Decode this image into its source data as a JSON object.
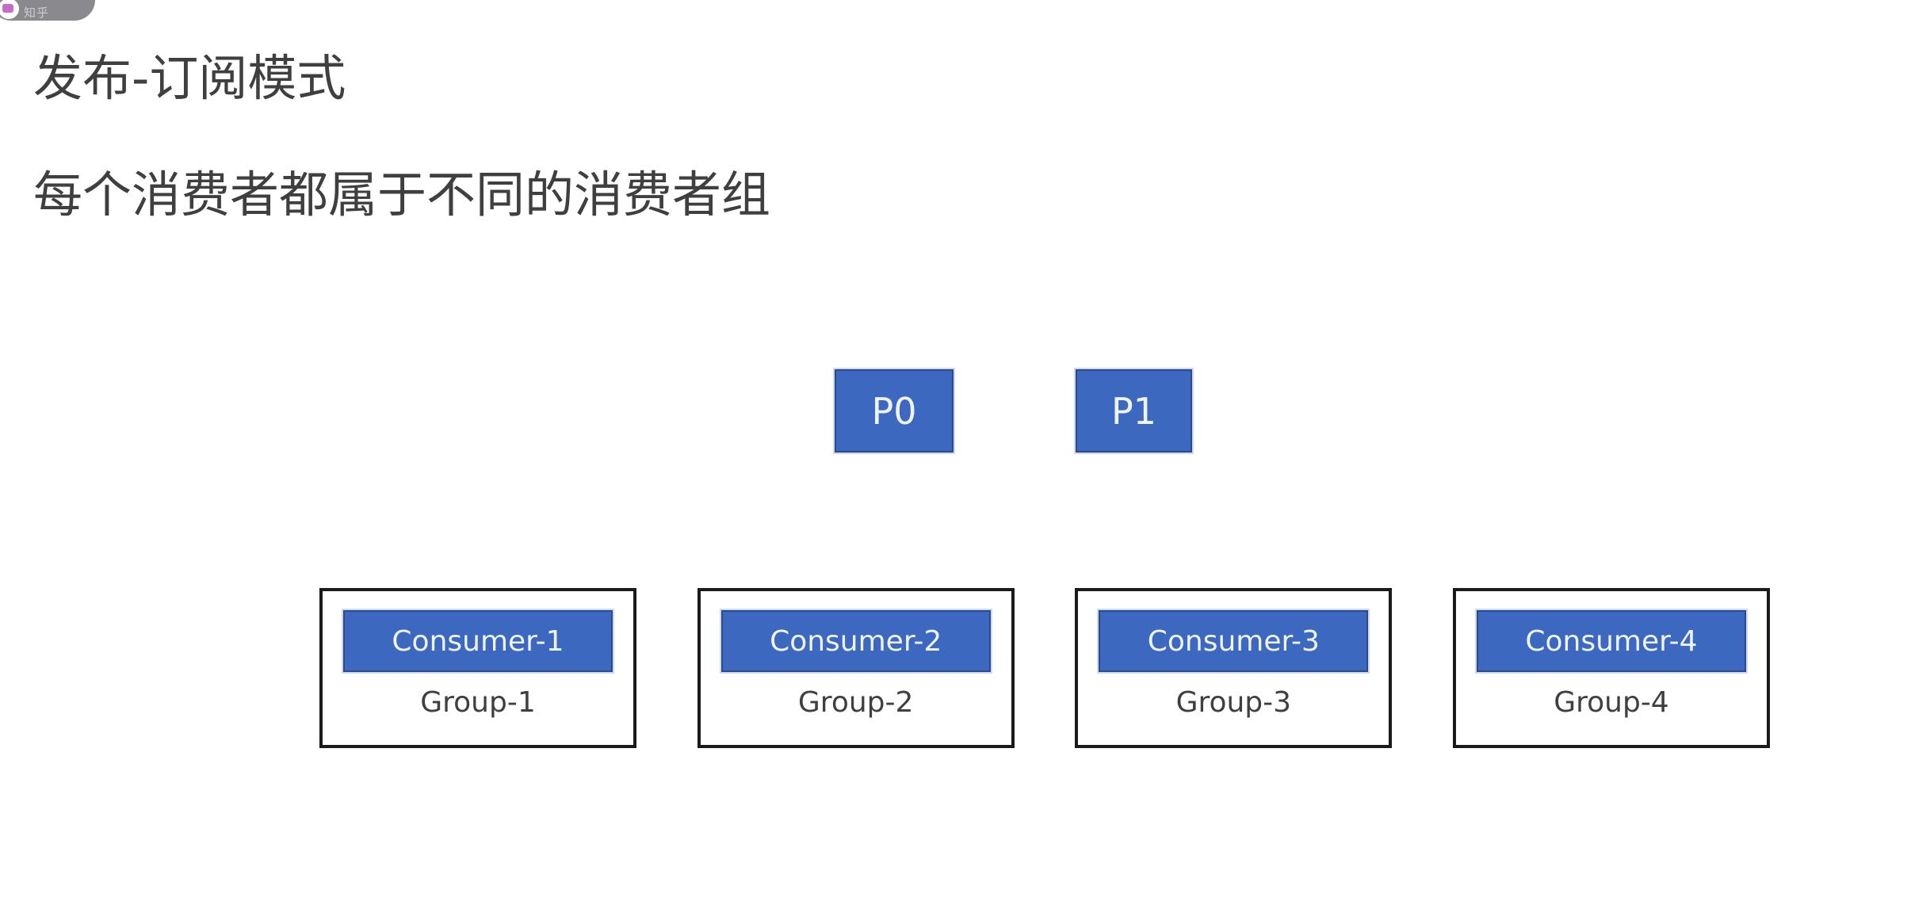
{
  "watermark": {
    "avatar_icon": "user-avatar-icon",
    "label": "知乎"
  },
  "slide": {
    "title": "发布-订阅模式",
    "subtitle": "每个消费者都属于不同的消费者组",
    "background_color": "#ffffff",
    "text_color": "#3f3f3f"
  },
  "colors": {
    "box_fill": "#3d68c0",
    "box_border": "#2b4a8b",
    "box_text": "#eef3fc",
    "group_border": "#1a1a1a"
  },
  "partitions": [
    {
      "label": "P0"
    },
    {
      "label": "P1"
    }
  ],
  "groups": [
    {
      "consumer": "Consumer-1",
      "group": "Group-1"
    },
    {
      "consumer": "Consumer-2",
      "group": "Group-2"
    },
    {
      "consumer": "Consumer-3",
      "group": "Group-3"
    },
    {
      "consumer": "Consumer-4",
      "group": "Group-4"
    }
  ]
}
